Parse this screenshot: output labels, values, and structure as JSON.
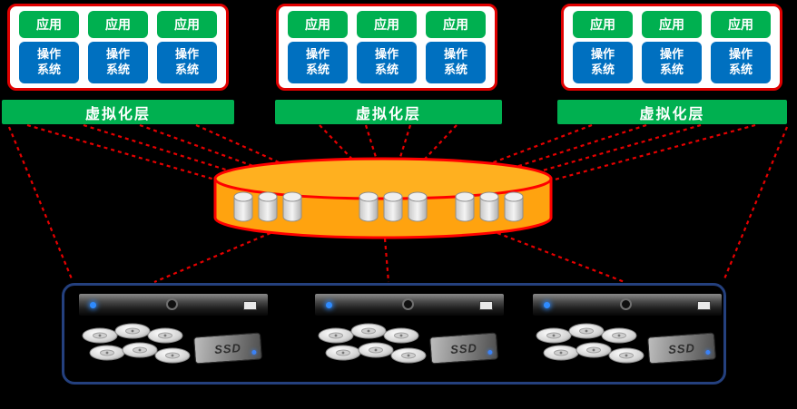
{
  "labels": {
    "app": "应用",
    "os": "操作系统",
    "virtualization_layer": "虚拟化层",
    "ssd": "SSD"
  },
  "colors": {
    "background": "#000000",
    "app_box_green": "#00B050",
    "os_box_blue": "#0070C0",
    "cluster_fill": "#FFFFFF",
    "cluster_border_red": "#E00000",
    "virtualization_bar_green": "#00B050",
    "storage_pool_orange": "#FFA30F",
    "storage_pool_border_red": "#FF0000",
    "connector_line_red": "#E60000",
    "server_frame_blue": "#24407E"
  },
  "architecture": {
    "vm_clusters": [
      {
        "name": "cluster-1",
        "vm_count": 3
      },
      {
        "name": "cluster-2",
        "vm_count": 3
      },
      {
        "name": "cluster-3",
        "vm_count": 3
      }
    ],
    "virtualization_layer_count": 3,
    "storage_pool": {
      "disk_groups": [
        3,
        3,
        3
      ]
    },
    "servers": [
      {
        "name": "server-1",
        "hdd_count": 6,
        "ssd_count": 1
      },
      {
        "name": "server-2",
        "hdd_count": 6,
        "ssd_count": 1
      },
      {
        "name": "server-3",
        "hdd_count": 6,
        "ssd_count": 1
      }
    ]
  }
}
